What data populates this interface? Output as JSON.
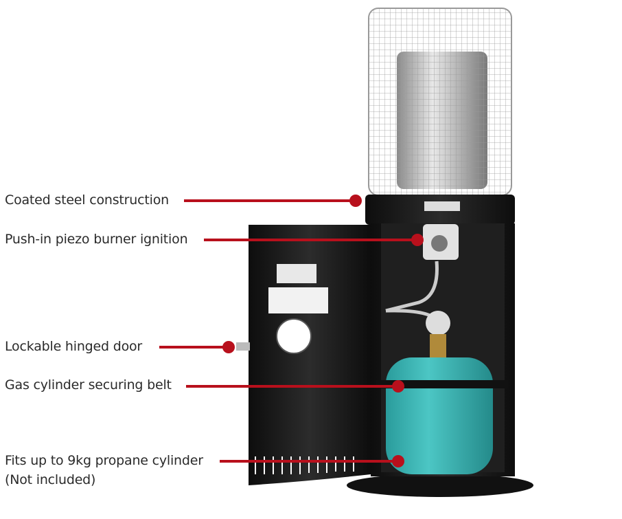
{
  "callouts": [
    {
      "text": "Coated steel construction"
    },
    {
      "text": "Push-in piezo burner ignition"
    },
    {
      "text": "Lockable hinged door"
    },
    {
      "text": "Gas cylinder securing belt"
    },
    {
      "text": "Fits up to 9kg propane cylinder",
      "subtext": "(Not included)"
    }
  ],
  "colors": {
    "accent": "#b8101c",
    "body": "#1b1b1b",
    "cylinder": "#3ab7b6"
  }
}
